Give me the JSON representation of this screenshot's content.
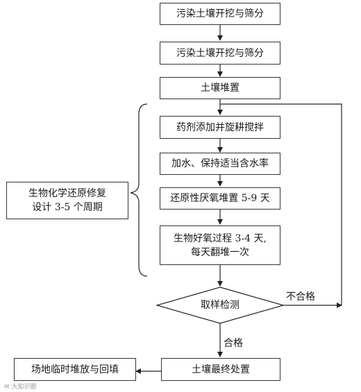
{
  "steps": {
    "s1": "污染土壤开挖与筛分",
    "s2": "污染土壤开挖与筛分",
    "s3": "土壤堆置",
    "s4": "药剂添加并旋耕搅拌",
    "s5": "加水、保持适当含水率",
    "s6": "还原性厌氧堆置 5-9 天",
    "s7_line1": "生物好氧过程 3-4 天,",
    "s7_line2": "每天翻堆一次",
    "check": "取样检测",
    "final": "土壤最终处置",
    "backfill": "场地临时堆放与回填"
  },
  "side_note": {
    "line1": "生物化学还原修复",
    "line2": "设计 3-5 个周期"
  },
  "edge_labels": {
    "fail": "不合格",
    "pass": "合格"
  },
  "watermark": "✉ 大知识圈"
}
